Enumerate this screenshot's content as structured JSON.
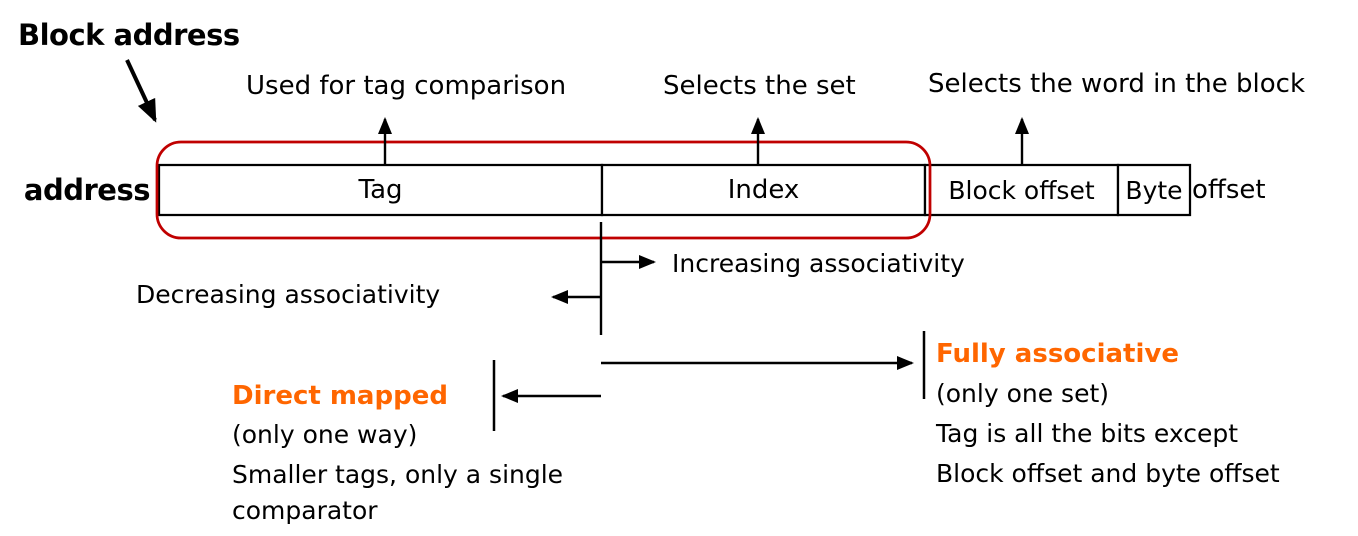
{
  "title": "Block address",
  "address_label": "address",
  "top_labels": {
    "tag": "Used for tag comparison",
    "index": "Selects the set",
    "word": "Selects the word in the block"
  },
  "address_fields": {
    "tag": "Tag",
    "index": "Index",
    "block_offset": "Block offset",
    "byte": "Byte",
    "offset_suffix": "offset"
  },
  "associativity": {
    "increasing": "Increasing associativity",
    "decreasing": "Decreasing associativity"
  },
  "direct_mapped": {
    "heading": "Direct mapped",
    "line1": "(only one way)",
    "line2": "Smaller tags, only a single",
    "line3": "comparator"
  },
  "fully_associative": {
    "heading": "Fully associative",
    "line1": "(only one set)",
    "line2": "Tag is all the bits except",
    "line3": "Block offset and byte offset"
  },
  "colors": {
    "accent_orange": "#FF6600",
    "highlight_red": "#C00000",
    "text": "#000000",
    "background": "#FFFFFF"
  }
}
